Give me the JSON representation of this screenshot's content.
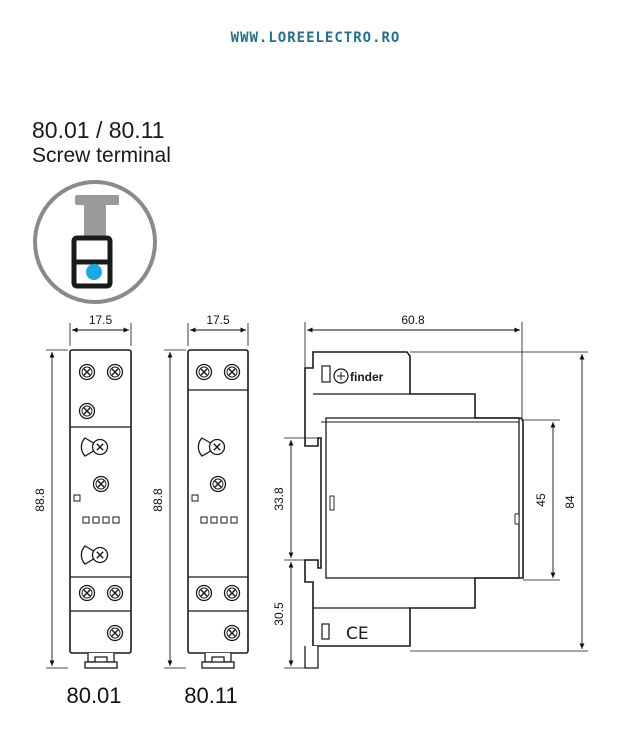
{
  "watermark": "WWW.LOREELECTRO.RO",
  "header": {
    "model": "80.01 / 80.11",
    "terminal_type": "Screw terminal"
  },
  "colors": {
    "outline": "#1a1a1a",
    "terminal_grey": "#9a9a9a",
    "terminal_dot": "#1ea7e1",
    "watermark": "#2a6f86"
  },
  "icons": [
    "screw-terminal-icon",
    "finder-logo-icon",
    "ce-mark-icon"
  ],
  "front_view_1": {
    "width_label": "17.5",
    "height_label": "88.8",
    "caption": "80.01"
  },
  "front_view_2": {
    "width_label": "17.5",
    "height_label": "88.8",
    "caption": "80.11"
  },
  "side_view": {
    "depth_label": "60.8",
    "dim_left_upper": "33.8",
    "dim_left_lower": "30.5",
    "dim_right_inner": "45",
    "dim_right_outer": "84",
    "brand": "finder"
  }
}
